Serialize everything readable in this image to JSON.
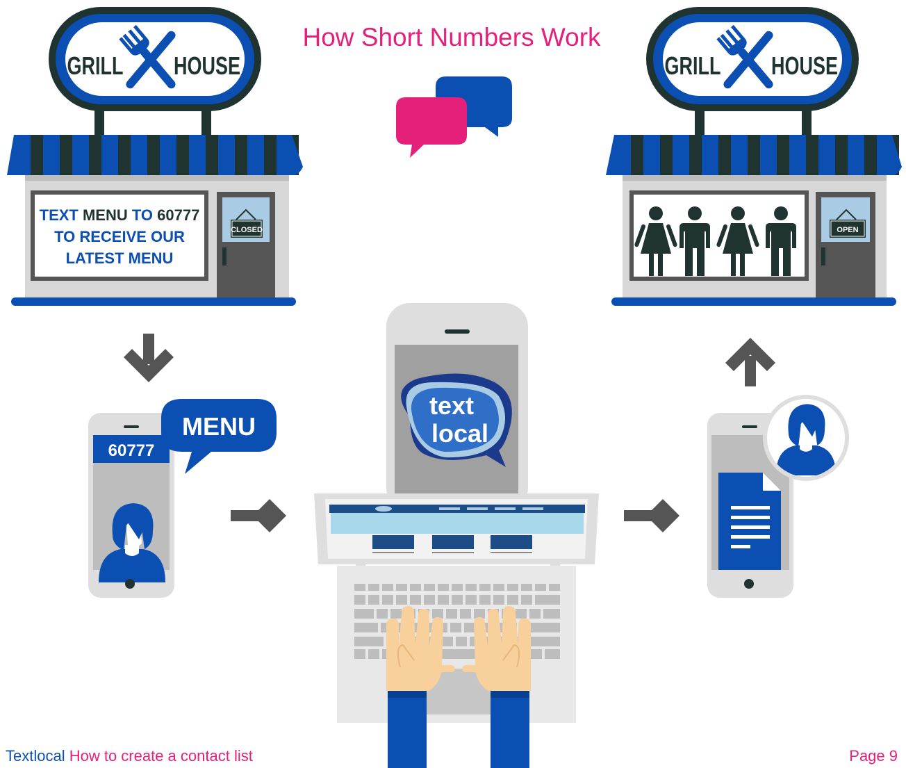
{
  "title": "How Short Numbers Work",
  "colors": {
    "blue": "#0b4fb3",
    "dark": "#1f3330",
    "pink": "#e5207a",
    "grey": "#555555",
    "lightgrey": "#dcdcdc",
    "skin": "#f8d09c"
  },
  "left_shop": {
    "sign_left": "GRILL",
    "sign_right": "HOUSE",
    "window_text": {
      "w1": "TEXT",
      "w2": "MENU",
      "w3": "TO",
      "w4": "60777",
      "line2": "TO RECEIVE OUR",
      "line3": "LATEST MENU"
    },
    "door_sign": "CLOSED"
  },
  "right_shop": {
    "sign_left": "GRILL",
    "sign_right": "HOUSE",
    "door_sign": "OPEN"
  },
  "phone_left": {
    "number": "60777",
    "message": "MENU"
  },
  "laptop_phone": {
    "logo_line1": "text",
    "logo_line2": "local"
  },
  "footer": {
    "brand": "Textlocal",
    "doc_title": "How to create a contact list",
    "page": "Page 9"
  }
}
